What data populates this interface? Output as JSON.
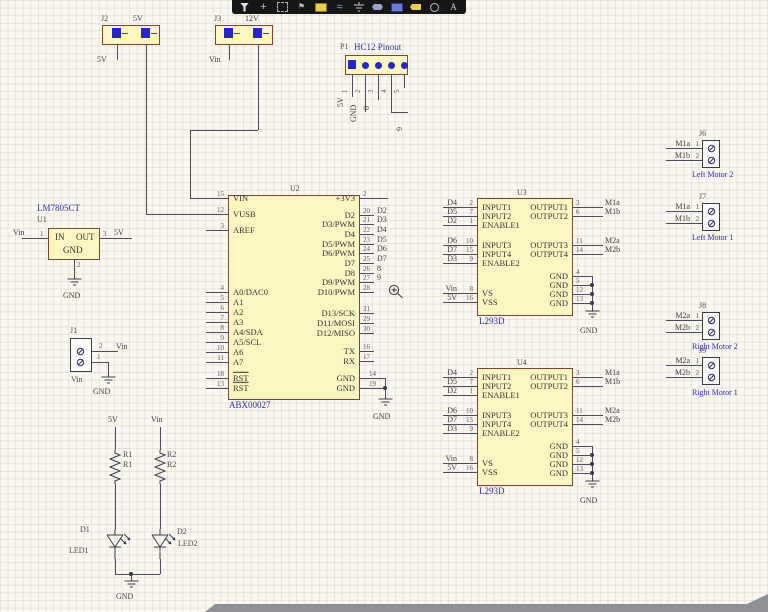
{
  "toolbar": {
    "icons": [
      "filter",
      "crosshair",
      "select-area",
      "flag",
      "place-part",
      "place-wire",
      "place-power-port",
      "place-port",
      "place-sheet-symbol",
      "place-label",
      "place-no-erc",
      "place-text"
    ]
  },
  "labels": {
    "gnd": "GND"
  },
  "j2": {
    "ref": "J2",
    "top_net": "5V",
    "pin1_net": "5V"
  },
  "j3": {
    "ref": "J3",
    "top_net": "12V",
    "pin1_net": "Vin"
  },
  "p1": {
    "ref": "P1",
    "comment": "HC12 Pinout",
    "pin_numbers": [
      "1",
      "2",
      "3",
      "4",
      "5"
    ],
    "pin_nets": [
      "5V",
      "GND",
      "8",
      "9"
    ]
  },
  "u1": {
    "ref": "U1",
    "comment": "LM7805CT",
    "in_name": "IN",
    "out_name": "OUT",
    "gnd_name": "GND",
    "in_net": "Vin",
    "in_num": "1",
    "out_num": "3",
    "out_net": "5V",
    "gnd_num": "2"
  },
  "j1": {
    "ref": "J1",
    "comment": "Vin",
    "pin2_num": "2",
    "pin2_net": "Vin",
    "pin1_num": "1"
  },
  "r1": {
    "ref": "R1",
    "value": "R1",
    "top_net": "5V"
  },
  "r2": {
    "ref": "R2",
    "value": "R2",
    "top_net": "Vin"
  },
  "d1": {
    "ref": "D1",
    "value": "LED1"
  },
  "d2": {
    "ref": "D2",
    "value": "LED2"
  },
  "u2": {
    "ref": "U2",
    "part": "ABX00027",
    "top_left": [
      {
        "num": "15",
        "name": "VIN"
      },
      {
        "num": "12",
        "name": "VUSB"
      },
      {
        "num": "3",
        "name": "AREF"
      }
    ],
    "analog": [
      {
        "num": "4",
        "name": "A0/DAC0"
      },
      {
        "num": "5",
        "name": "A1"
      },
      {
        "num": "6",
        "name": "A2"
      },
      {
        "num": "7",
        "name": "A3"
      },
      {
        "num": "8",
        "name": "A4/SDA"
      },
      {
        "num": "9",
        "name": "A5/SCL"
      },
      {
        "num": "10",
        "name": "A6"
      },
      {
        "num": "11",
        "name": "A7"
      }
    ],
    "rst": [
      {
        "num": "18",
        "name": "RST"
      },
      {
        "num": "13",
        "name": "RST"
      }
    ],
    "p3v3": [
      {
        "num": "2",
        "name": "+3V3"
      }
    ],
    "digital": [
      {
        "num": "20",
        "name": "D2",
        "net": "D2"
      },
      {
        "num": "21",
        "name": "D3/PWM",
        "net": "D3"
      },
      {
        "num": "22",
        "name": "D4",
        "net": "D4"
      },
      {
        "num": "23",
        "name": "D5/PWM",
        "net": "D5"
      },
      {
        "num": "24",
        "name": "D6/PWM",
        "net": "D6"
      },
      {
        "num": "25",
        "name": "D7",
        "net": "D7"
      },
      {
        "num": "26",
        "name": "D8",
        "net": "8"
      },
      {
        "num": "27",
        "name": "D9/PWM",
        "net": "9"
      },
      {
        "num": "28",
        "name": "D10/PWM",
        "net": ""
      }
    ],
    "spi": [
      {
        "num": "31",
        "name": "D13/SCK"
      },
      {
        "num": "29",
        "name": "D11/MOSI"
      },
      {
        "num": "30",
        "name": "D12/MISO"
      }
    ],
    "uart": [
      {
        "num": "16",
        "name": "TX"
      },
      {
        "num": "17",
        "name": "RX"
      }
    ],
    "gnd": [
      {
        "num": "14",
        "name": "GND"
      },
      {
        "num": "19",
        "name": "GND"
      }
    ]
  },
  "l293d": {
    "part": "L293D",
    "in_a": [
      {
        "net": "D4",
        "num": "2",
        "name": "INPUT1"
      },
      {
        "net": "D5",
        "num": "7",
        "name": "INPUT2"
      },
      {
        "net": "D2",
        "num": "1",
        "name": "ENABLE1"
      }
    ],
    "in_b": [
      {
        "net": "D6",
        "num": "10",
        "name": "INPUT3"
      },
      {
        "net": "D7",
        "num": "15",
        "name": "INPUT4"
      },
      {
        "net": "D3",
        "num": "9",
        "name": "ENABLE2"
      }
    ],
    "pwr": [
      {
        "net": "Vin",
        "num": "8",
        "name": "VS"
      },
      {
        "net": "5V",
        "num": "16",
        "name": "VSS"
      }
    ],
    "out_a": [
      {
        "num": "3",
        "net": "M1a",
        "name": "OUTPUT1"
      },
      {
        "num": "6",
        "net": "M1b",
        "name": "OUTPUT2"
      }
    ],
    "out_b": [
      {
        "num": "11",
        "net": "M2a",
        "name": "OUTPUT3"
      },
      {
        "num": "14",
        "net": "M2b",
        "name": "OUTPUT4"
      }
    ],
    "gnd": [
      {
        "num": "4",
        "name": "GND"
      },
      {
        "num": "5",
        "name": "GND"
      },
      {
        "num": "12",
        "name": "GND"
      },
      {
        "num": "13",
        "name": "GND"
      }
    ]
  },
  "u3": {
    "ref": "U3"
  },
  "u4": {
    "ref": "U4"
  },
  "j6": {
    "ref": "J6",
    "caption": "Left Motor 2",
    "pins": [
      {
        "net": "M1a",
        "num": "1"
      },
      {
        "net": "M1b",
        "num": "2"
      }
    ]
  },
  "j7": {
    "ref": "J7",
    "caption": "Left Motor 1",
    "pins": [
      {
        "net": "M1a",
        "num": "1"
      },
      {
        "net": "M1b",
        "num": "2"
      }
    ]
  },
  "j8": {
    "ref": "J8",
    "caption": "Right Motor 2",
    "pins": [
      {
        "net": "M2a",
        "num": "1"
      },
      {
        "net": "M2b",
        "num": "2"
      }
    ]
  },
  "j9": {
    "ref": "J9",
    "caption": "Right Motor 1",
    "pins": [
      {
        "net": "M2a",
        "num": "1"
      },
      {
        "net": "M2b",
        "num": "2"
      }
    ]
  }
}
